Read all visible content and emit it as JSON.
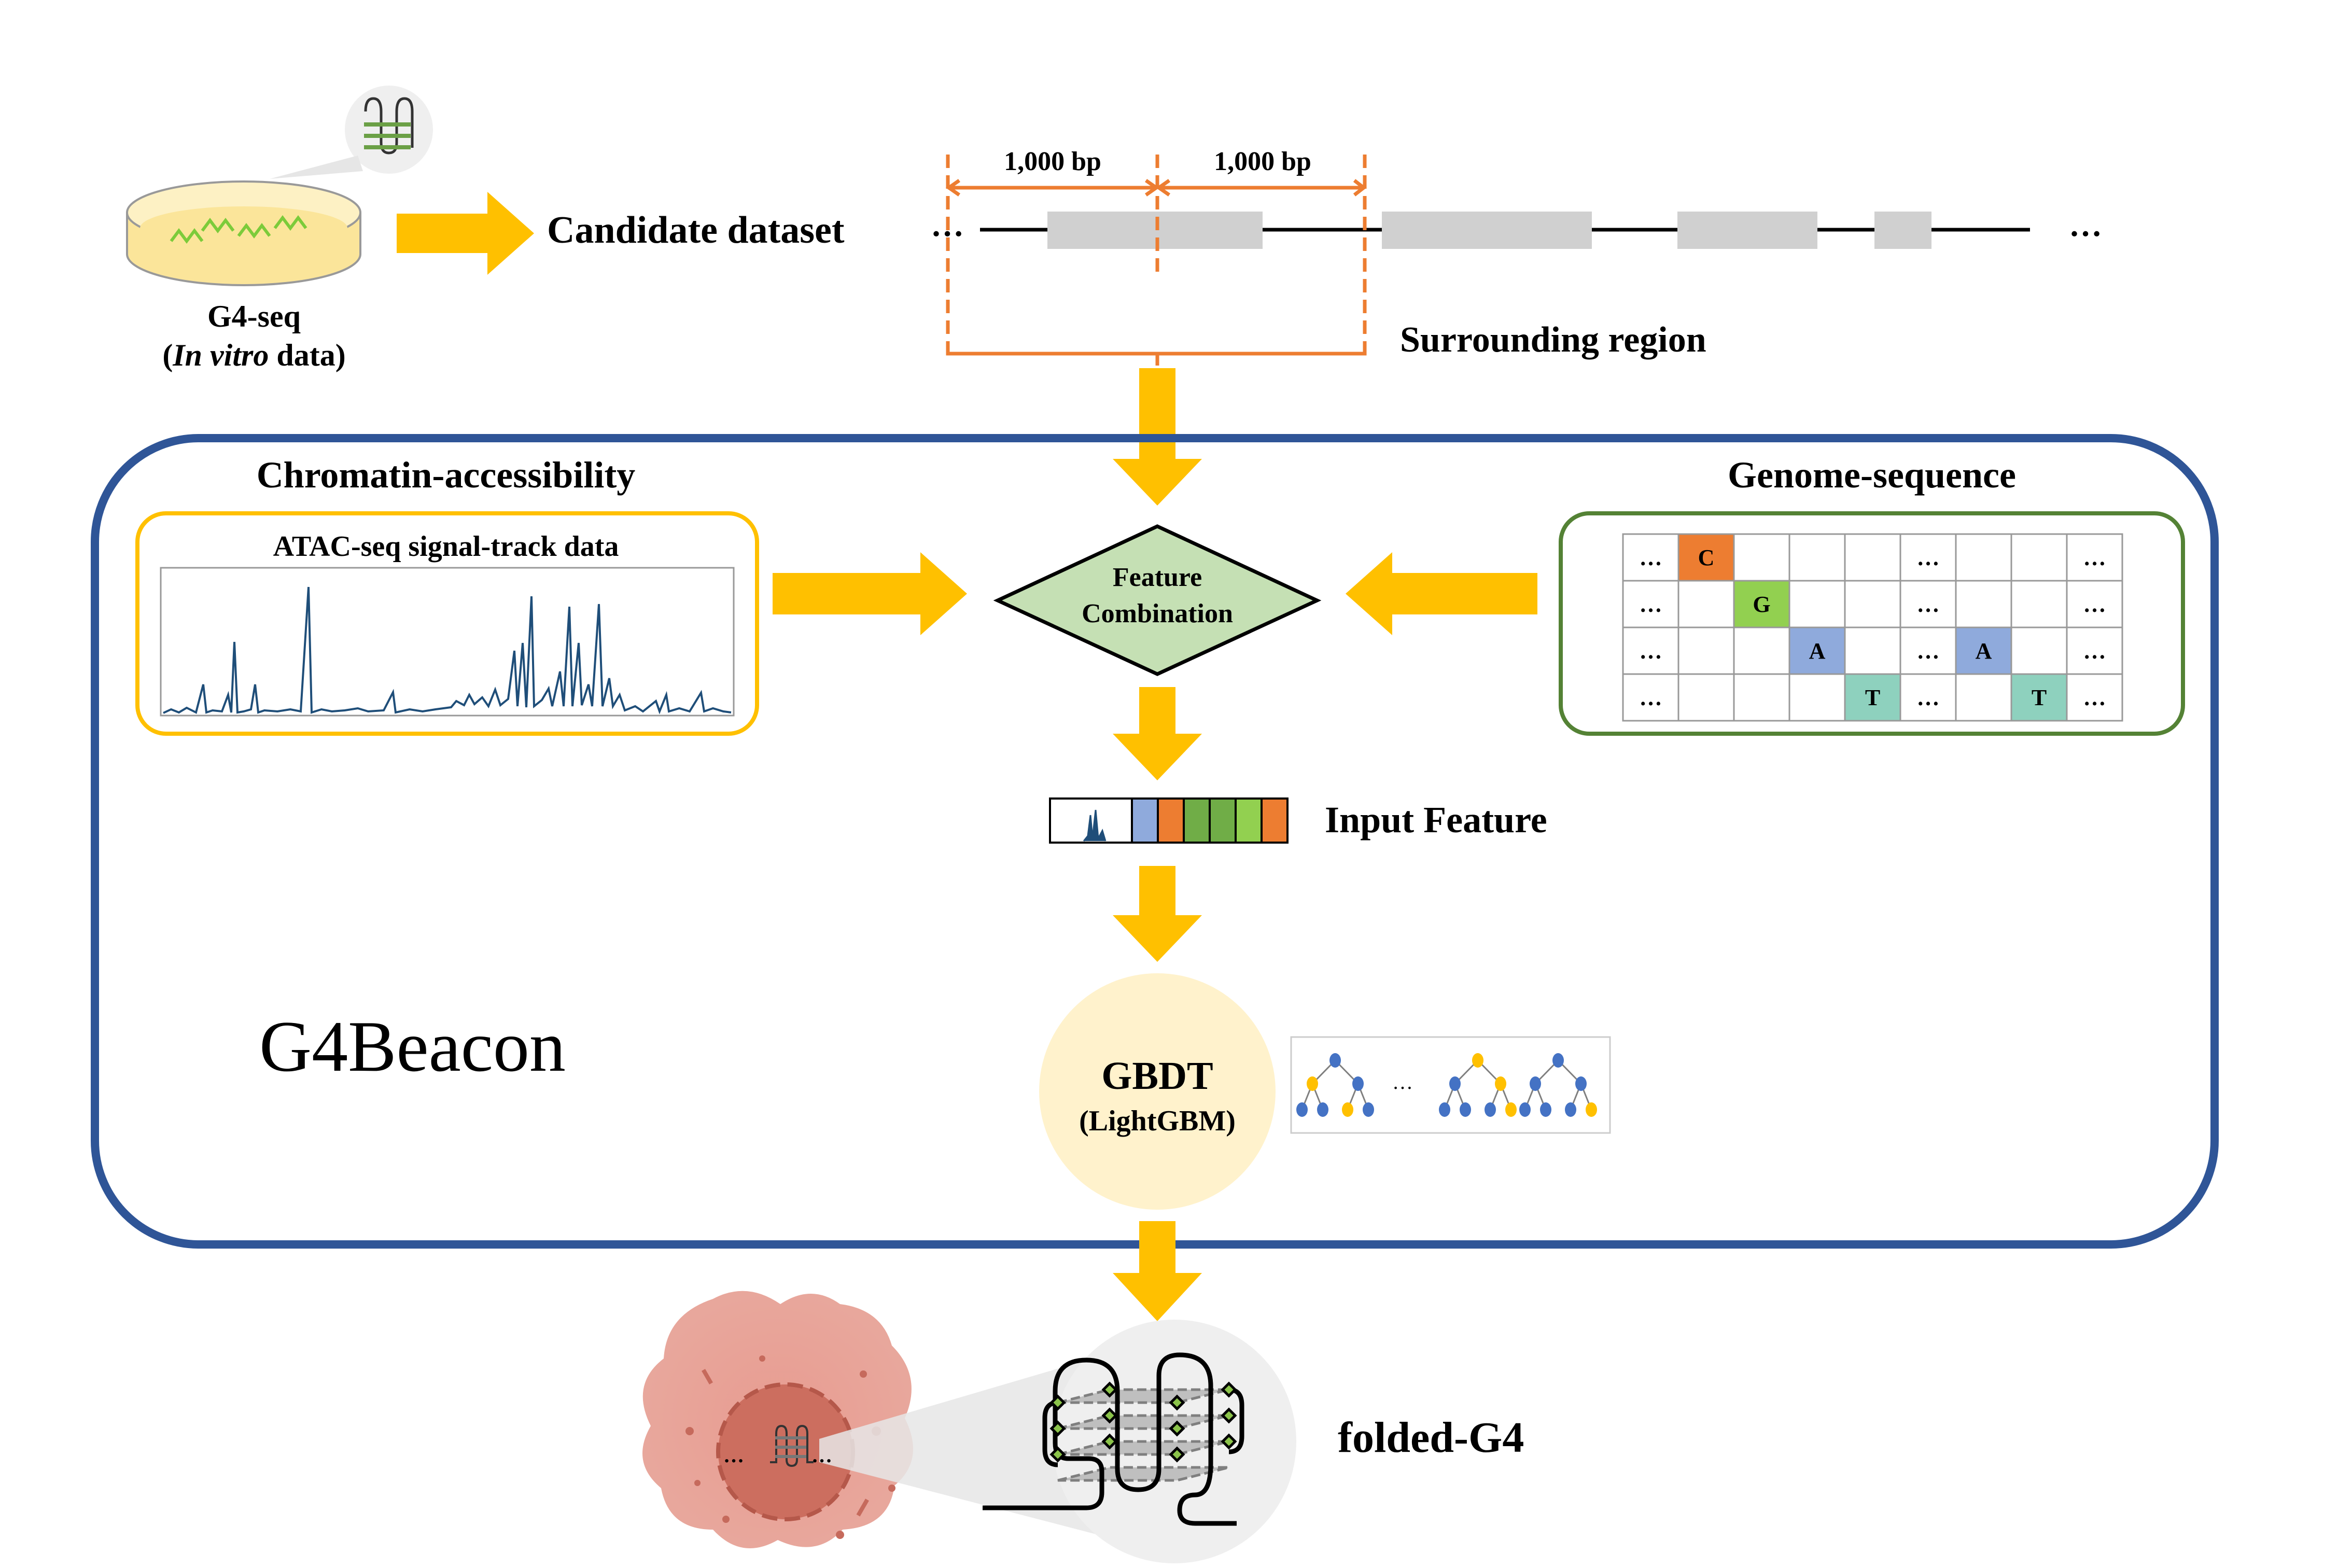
{
  "g4seq": {
    "label": "G4-seq",
    "sublabel_open": "(",
    "sublabel_italic": "In vitro",
    "sublabel_rest": " data)"
  },
  "candidate_label": "Candidate dataset",
  "region": {
    "bp_left": "1,000 bp",
    "bp_right": "1,000 bp",
    "ellipsis_left": "…",
    "ellipsis_right": "…",
    "surrounding_label": "Surrounding region"
  },
  "model_title": "G4Beacon",
  "chromatin": {
    "title": "Chromatin-accessibility",
    "panel_title": "ATAC-seq signal-track data"
  },
  "genome": {
    "title": "Genome-sequence",
    "grid": [
      [
        "…",
        "C",
        "",
        "",
        "",
        "…",
        "",
        "",
        "…"
      ],
      [
        "…",
        "",
        "G",
        "",
        "",
        "…",
        "",
        "",
        "…"
      ],
      [
        "…",
        "",
        "",
        "A",
        "",
        "…",
        "A",
        "",
        "…"
      ],
      [
        "…",
        "",
        "",
        "",
        "T",
        "…",
        "",
        "T",
        "…"
      ]
    ]
  },
  "feature_combination": {
    "line1": "Feature",
    "line2": "Combination"
  },
  "input_feature_label": "Input Feature",
  "gbdt": {
    "title": "GBDT",
    "subtitle": "(LightGBM)",
    "trees_ellipsis": "…"
  },
  "folded_label": "folded-G4",
  "cell_ellipsis": "…",
  "colors": {
    "arrow": "#FFC000",
    "frame": "#2F5597",
    "orange": "#ED7D31",
    "chromatin_border": "#FFC000",
    "genome_border": "#548235",
    "diamond_fill": "#C5E0B4",
    "circle_fill": "#FFF2CC",
    "cell_C": "#ED7D31",
    "cell_G": "#92D050",
    "cell_A": "#8FAADC",
    "cell_T": "#8ED1BE",
    "region_block": "#D0D0D0",
    "signal": "#1F4E79",
    "tree_blue": "#4472C4",
    "tree_yellow": "#FFC000"
  }
}
